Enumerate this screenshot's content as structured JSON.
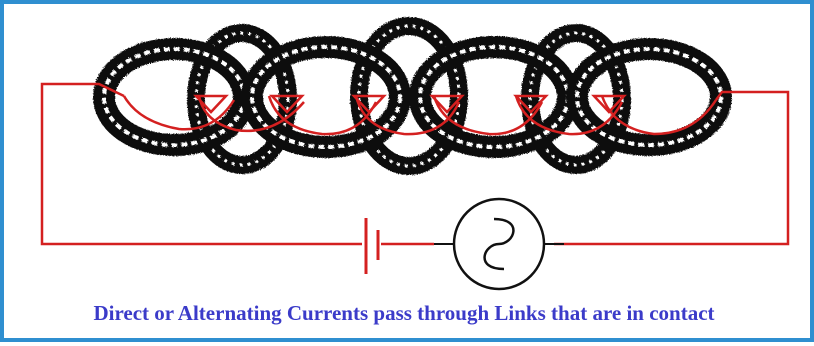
{
  "caption": "Direct or Alternating Currents pass through Links that are in contact",
  "colors": {
    "frame": "#2f8fd0",
    "wire": "#d42020",
    "caption": "#3b3bc9",
    "chain": "#111111"
  },
  "chain": {
    "link_count": 4,
    "cross_link_count": 3,
    "contact_arc_count": 6
  },
  "components": [
    "battery-icon",
    "ac-source-icon"
  ]
}
